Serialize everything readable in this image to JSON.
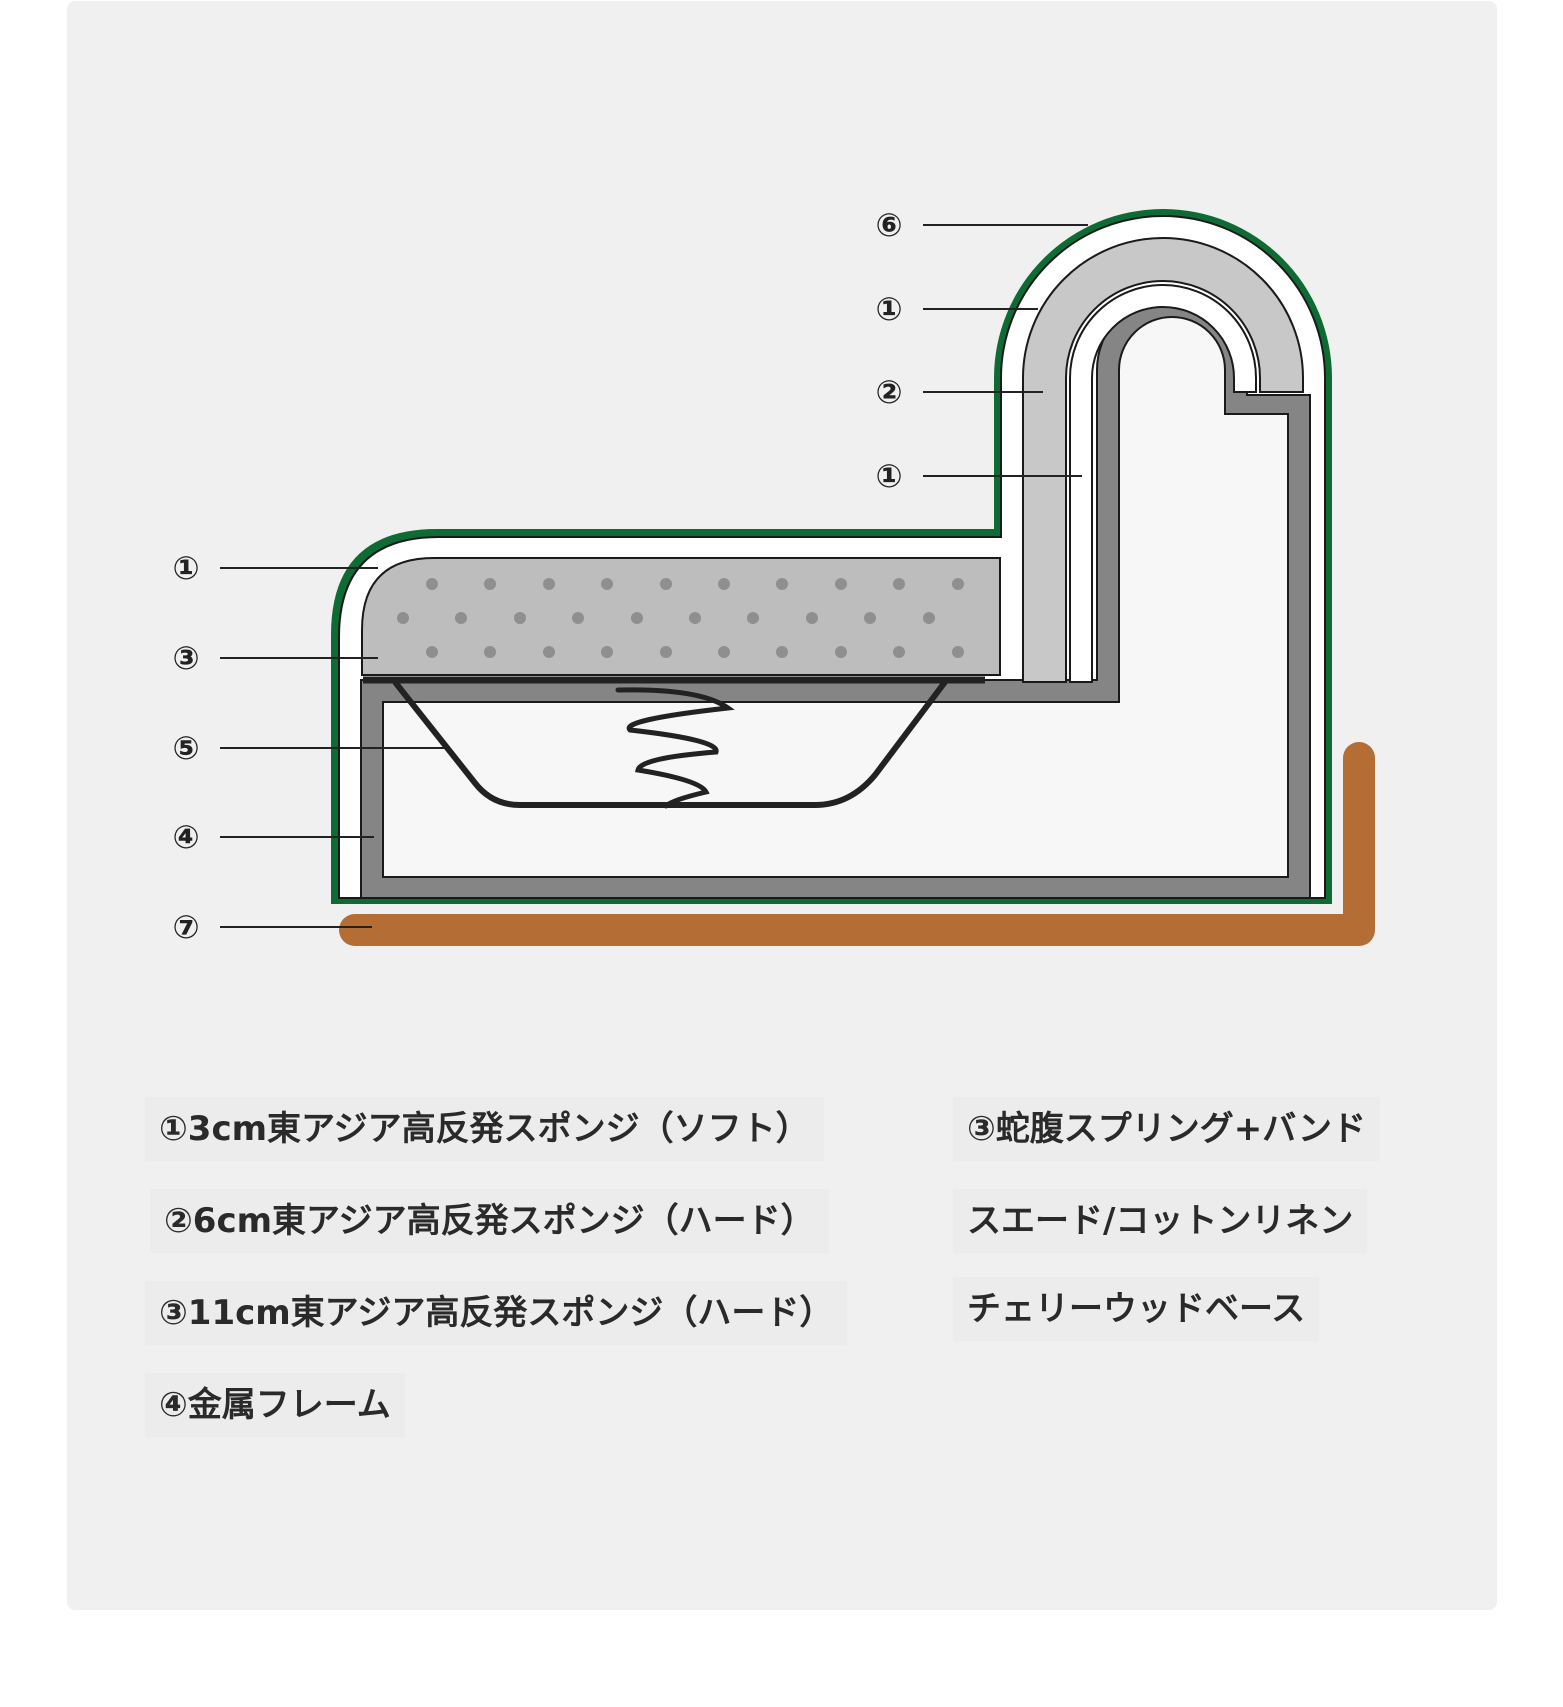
{
  "callouts": {
    "top_6": "⑥",
    "top_1a": "①",
    "top_2": "②",
    "top_1b": "①",
    "left_1": "①",
    "left_3": "③",
    "left_5": "⑤",
    "left_4": "④",
    "left_7": "⑦"
  },
  "legend": {
    "item1": "①3cm東アジア高反発スポンジ（ソフト）",
    "item2": "②6cm東アジア高反発スポンジ（ハード）",
    "item3": "③11cm東アジア高反発スポンジ（ハード）",
    "item4": "④金属フレーム",
    "item5": "③蛇腹スプリング+バンド",
    "item6": "スエード/コットンリネン",
    "item7": "チェリーウッドベース"
  },
  "colors": {
    "cover_green": "#0e6b34",
    "wood_base": "#b36d35",
    "frame_gray": "#858585",
    "foam_light": "#c8c8c8",
    "foam_hard": "#bdbdbd",
    "spring_black": "#222222"
  }
}
